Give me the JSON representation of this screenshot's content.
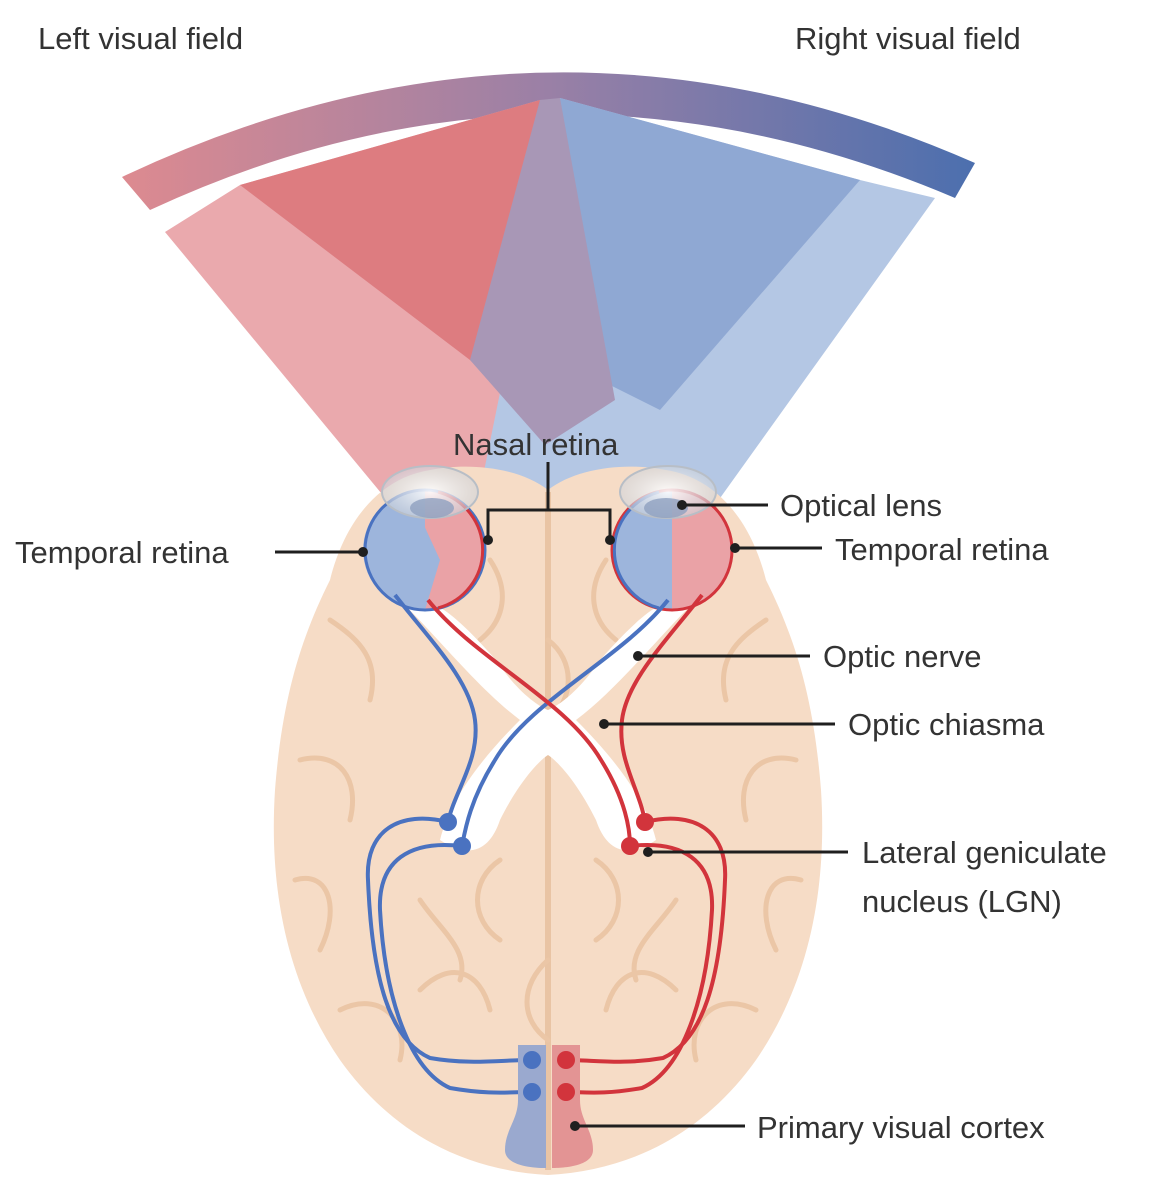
{
  "labels": {
    "left_visual_field": "Left visual field",
    "right_visual_field": "Right visual field",
    "nasal_retina": "Nasal retina",
    "temporal_retina_left": "Temporal retina",
    "temporal_retina_right": "Temporal retina",
    "optical_lens": "Optical lens",
    "optic_nerve": "Optic nerve",
    "optic_chiasma": "Optic chiasma",
    "lgn_line1": "Lateral geniculate",
    "lgn_line2": "nucleus (LGN)",
    "primary_visual_cortex": "Primary visual cortex"
  },
  "colors": {
    "left_field_red": "#d9666b",
    "right_field_blue": "#6f8fc6",
    "brain_fill": "#f6dcc6",
    "brain_folds": "#ecc7a8",
    "red_pathway": "#d2343c",
    "blue_pathway": "#4a72c0",
    "leader_line": "#1f1f1f",
    "label_text": "#333333"
  }
}
